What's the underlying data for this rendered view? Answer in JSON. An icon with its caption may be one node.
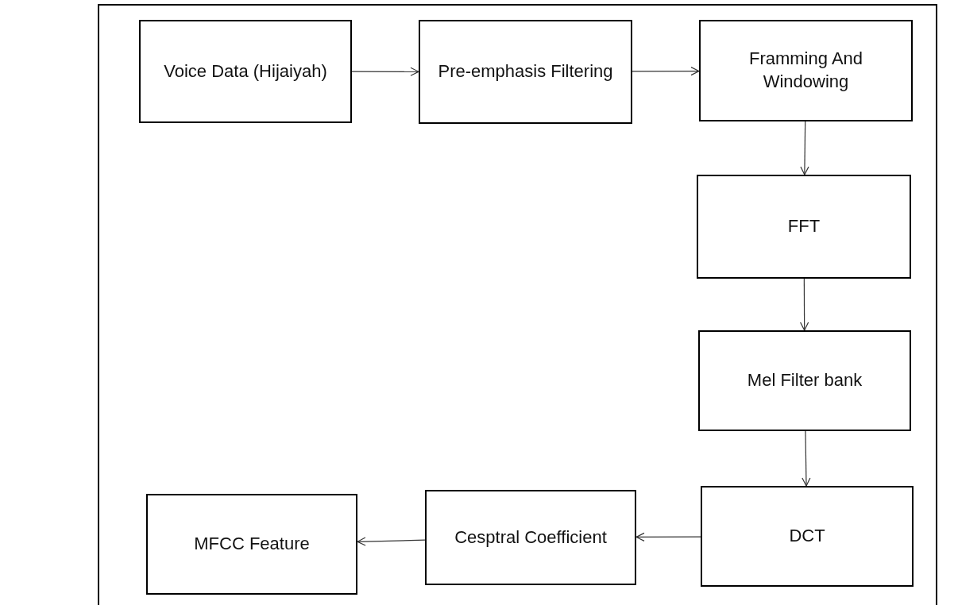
{
  "diagram": {
    "nodes": [
      {
        "text": [
          "Voice Data (Hijaiyah)"
        ]
      },
      {
        "text": [
          "Pre-emphasis Filtering"
        ]
      },
      {
        "text": [
          "Framming And Windowing"
        ]
      },
      {
        "text": [
          "FFT"
        ]
      },
      {
        "text": [
          "Mel Filter bank"
        ]
      },
      {
        "text": [
          "DCT"
        ]
      },
      {
        "text": [
          "Cesptral Coefficient"
        ]
      },
      {
        "text": [
          "MFCC Feature"
        ]
      }
    ],
    "edges": [
      {
        "from": 0,
        "to": 1,
        "arrow": "to"
      },
      {
        "from": 1,
        "to": 2,
        "arrow": "to"
      },
      {
        "from": 2,
        "to": 3,
        "arrow": "to"
      },
      {
        "from": 3,
        "to": 4,
        "arrow": "to"
      },
      {
        "from": 4,
        "to": 5,
        "arrow": "to"
      },
      {
        "from": 5,
        "to": 6,
        "arrow": "to"
      },
      {
        "from": 6,
        "to": 7,
        "arrow": "to"
      }
    ]
  }
}
